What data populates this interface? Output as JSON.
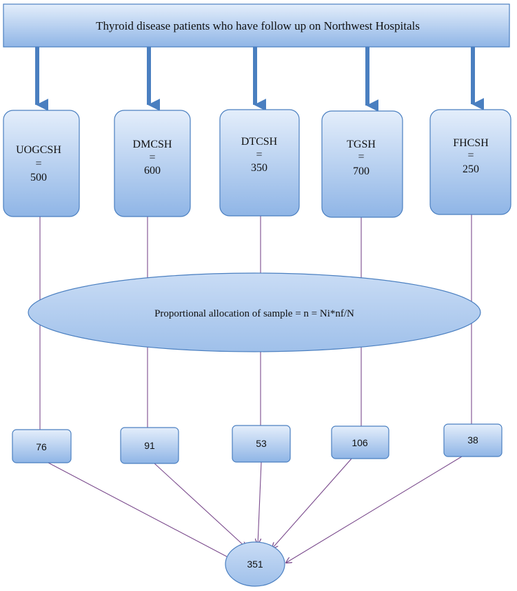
{
  "title": "Thyroid disease patients who have follow up on Northwest Hospitals",
  "hospitals": [
    {
      "name": "UOGCSH",
      "eq": "=",
      "count": "500"
    },
    {
      "name": "DMCSH",
      "eq": "=",
      "count": "600"
    },
    {
      "name": "DTCSH",
      "eq": "=",
      "count": "350"
    },
    {
      "name": "TGSH",
      "eq": "=",
      "count": "700"
    },
    {
      "name": "FHCSH",
      "eq": "=",
      "count": "250"
    }
  ],
  "allocation_formula": "Proportional allocation of sample = n = Ni*nf/N",
  "samples": [
    "76",
    "91",
    "53",
    "106",
    "38"
  ],
  "total": "351",
  "colors": {
    "box_fill_top": "#dbe8f8",
    "box_fill_bottom": "#8fb5e6",
    "box_stroke": "#4a7fc0",
    "arrow": "#4a7fc0",
    "connector": "#7a4a8c"
  }
}
